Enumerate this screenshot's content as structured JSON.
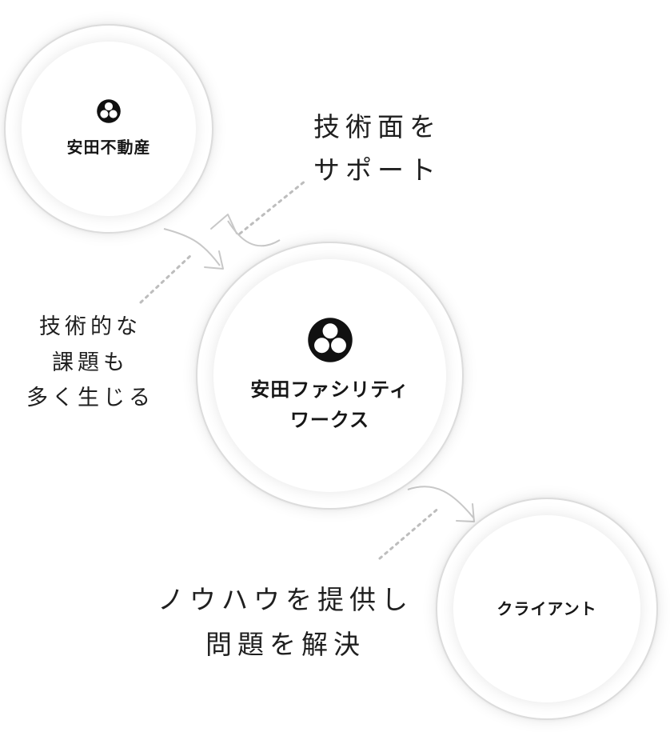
{
  "nodes": {
    "yasuda_real_estate": {
      "name": "安田不動産",
      "logo_icon": "tomoe-three-circles-icon"
    },
    "yasuda_facility_works": {
      "name": "安田ファシリティ\nワークス",
      "logo_icon": "tomoe-three-circles-icon"
    },
    "client": {
      "name": "クライアント"
    }
  },
  "annotations": {
    "tech_support": "技術面を\nサポート",
    "tech_issues": "技術的な\n課題も\n多く生じる",
    "knowhow": "ノウハウを提供し\n問題を解決"
  },
  "colors": {
    "background": "#ffffff",
    "ring": "#dcdcdc",
    "connector": "#c8c8c8",
    "dotted": "#bdbdbd",
    "text": "#1b1b1b",
    "logo": "#111111"
  }
}
